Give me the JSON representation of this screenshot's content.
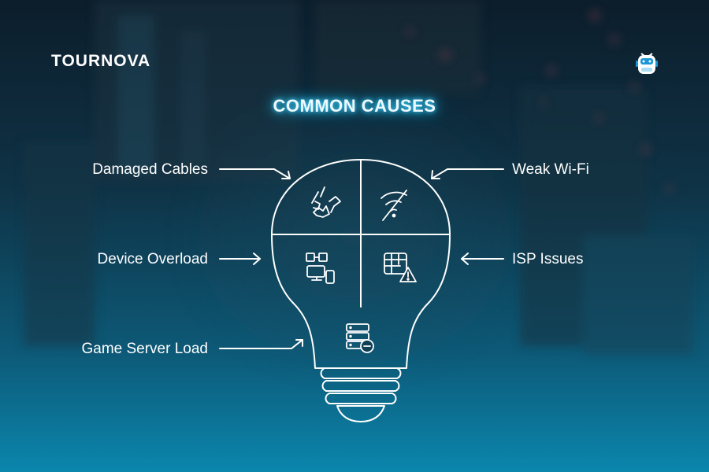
{
  "brand": {
    "logo_text": "TOURNOVA"
  },
  "title": "COMMON CAUSES",
  "causes": {
    "damaged_cables": "Damaged Cables",
    "weak_wifi": "Weak Wi-Fi",
    "device_overload": "Device Overload",
    "isp_issues": "ISP Issues",
    "game_server_load": "Game Server Load"
  },
  "colors": {
    "bulb_stroke": "#ffffff",
    "title_glow": "#2cc4f7",
    "background_top": "#0c1d2b",
    "background_bottom": "#0b86ad"
  },
  "icons": [
    "broken-cable-icon",
    "wifi-off-icon",
    "network-devices-icon",
    "isp-warning-icon",
    "server-overload-icon",
    "mascot-robot-icon"
  ]
}
